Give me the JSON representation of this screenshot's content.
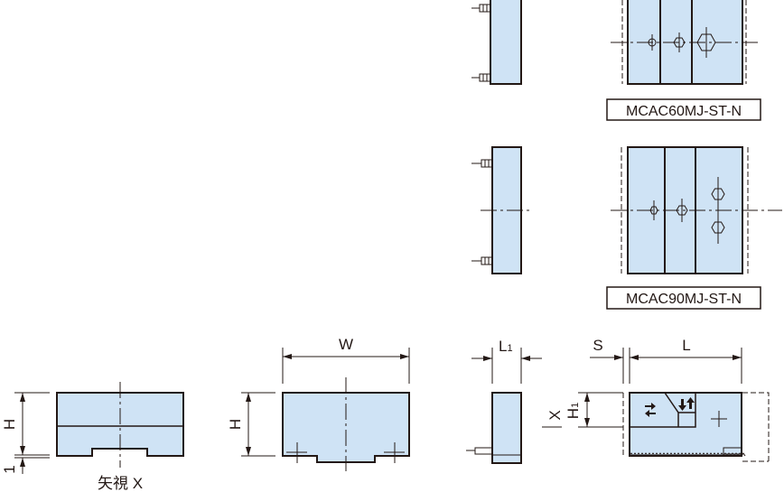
{
  "models": {
    "top": "MCAC60MJ-ST-N",
    "middle": "MCAC90MJ-ST-N"
  },
  "dimensions": {
    "W": "W",
    "H": "H",
    "H_front": "H",
    "one": "1",
    "L1_main": "L",
    "L1_sub": "1",
    "S": "S",
    "L": "L",
    "H1_main": "H",
    "H1_sub": "1",
    "X": "X"
  },
  "view_label": "矢視 X",
  "colors": {
    "fill": "#cfe3f5",
    "line": "#231815"
  }
}
